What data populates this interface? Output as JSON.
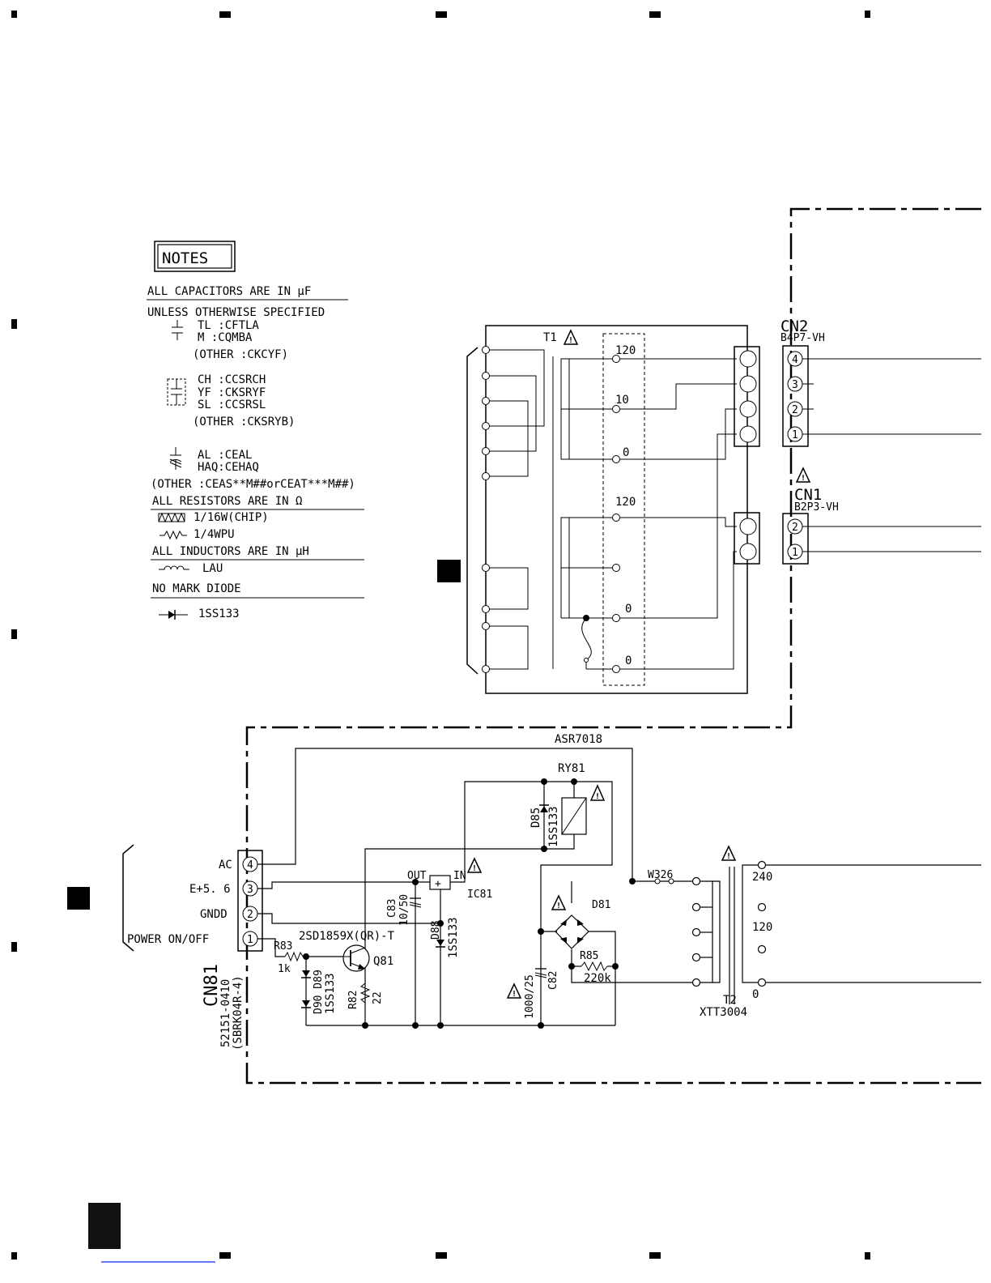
{
  "notes": {
    "heading": "NOTES",
    "capacitors_line": "ALL CAPACITORS ARE IN µF",
    "unless_line": "UNLESS OTHERWISE SPECIFIED",
    "tl": "TL :CFTLA",
    "m": "M :CQMBA",
    "other1": "(OTHER :CKCYF)",
    "ch": "CH :CCSRCH",
    "yf": "YF :CKSRYF",
    "sl": "SL :CCSRSL",
    "other2": "(OTHER :CKSRYB)",
    "al": "AL :CEAL",
    "haq": "HAQ:CEHAQ",
    "other3": "(OTHER :CEAS**M##orCEAT***M##)",
    "resistors_line": "ALL RESISTORS ARE IN Ω",
    "res_chip": "1/16W(CHIP)",
    "res_wpu": "1/4WPU",
    "inductors_line": "ALL INDUCTORS ARE IN µH",
    "lau": "LAU",
    "diode_line": "NO MARK DIODE",
    "diode_part": "1SS133"
  },
  "transformer_t1": {
    "label": "T1",
    "taps": [
      "120",
      "10",
      "0",
      "120",
      "0",
      "0"
    ]
  },
  "cn2": {
    "name": "CN2",
    "part": "B4P7-VH",
    "pins": [
      "4",
      "3",
      "2",
      "1"
    ]
  },
  "cn1": {
    "name": "CN1",
    "part": "B2P3-VH",
    "pins": [
      "2",
      "1"
    ]
  },
  "board": {
    "label": "ASR7018"
  },
  "cn81": {
    "name": "CN81",
    "part1": "52151-0410",
    "part2": "(SBRK04R-4)",
    "pins": [
      {
        "num": "4",
        "label": "AC"
      },
      {
        "num": "3",
        "label": "E+5. 6"
      },
      {
        "num": "2",
        "label": "GNDD"
      },
      {
        "num": "1",
        "label": "POWER ON/OFF"
      }
    ]
  },
  "components": {
    "ry81": "RY81",
    "d85": "D85",
    "d85_part": "1SS133",
    "out": "OUT",
    "in": "IN",
    "ic81": "IC81",
    "c83": "C83",
    "c83_val": "10/50",
    "d88": "D88",
    "d88_part": "1SS133",
    "q81_part": "2SD1859X(QR)-T",
    "q81": "Q81",
    "r83": "R83",
    "r83_val": "1k",
    "d90_d89": "D90 D89",
    "d89_part": "1SS133",
    "r82": "R82",
    "r82_val": "22",
    "w326": "W326",
    "d81": "D81",
    "r85": "R85",
    "r85_val": "220k",
    "c82": "C82",
    "c82_val": "1000/25"
  },
  "transformer_t2": {
    "label": "T2",
    "part": "XTT3004",
    "taps": [
      "240",
      "120",
      "0"
    ]
  }
}
